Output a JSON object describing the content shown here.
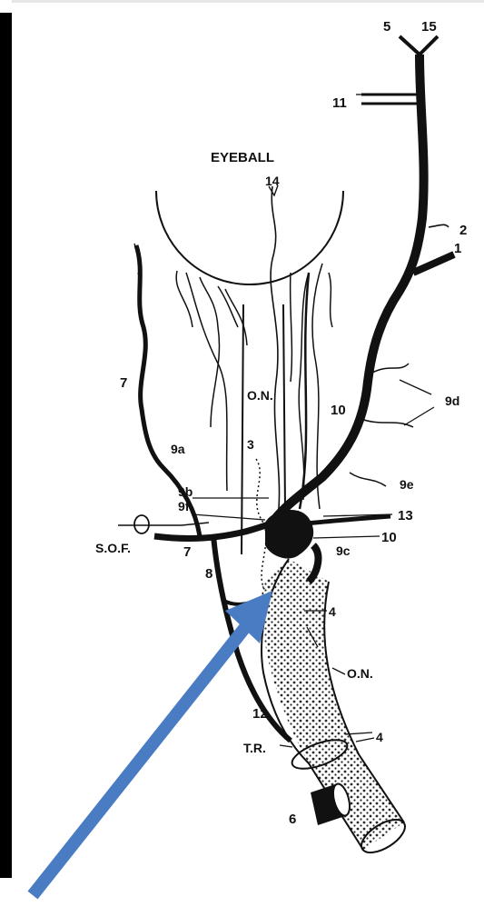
{
  "diagram": {
    "labels": {
      "eyeball": "EYEBALL",
      "n5": "5",
      "n15": "15",
      "n11": "11",
      "n14": "14",
      "n2": "2",
      "n1": "1",
      "n7_upper": "7",
      "on_upper": "O.N.",
      "n10_upper": "10",
      "n9d": "9d",
      "n9a": "9a",
      "n3": "3",
      "n9e": "9e",
      "n9b": "9b",
      "n9f": "9f",
      "n13": "13",
      "sof": "S.O.F.",
      "n7_lower": "7",
      "n10_lower": "10",
      "n9c": "9c",
      "n8": "8",
      "n4_upper": "4",
      "on_lower": "O.N.",
      "n12": "12",
      "n4_lower": "4",
      "tr": "T.R.",
      "n6": "6"
    },
    "colors": {
      "ink": "#111111",
      "arrow": "#4a7cc4",
      "frame": "#000000"
    },
    "overlay_arrow": "blue-pointer-arrow"
  }
}
